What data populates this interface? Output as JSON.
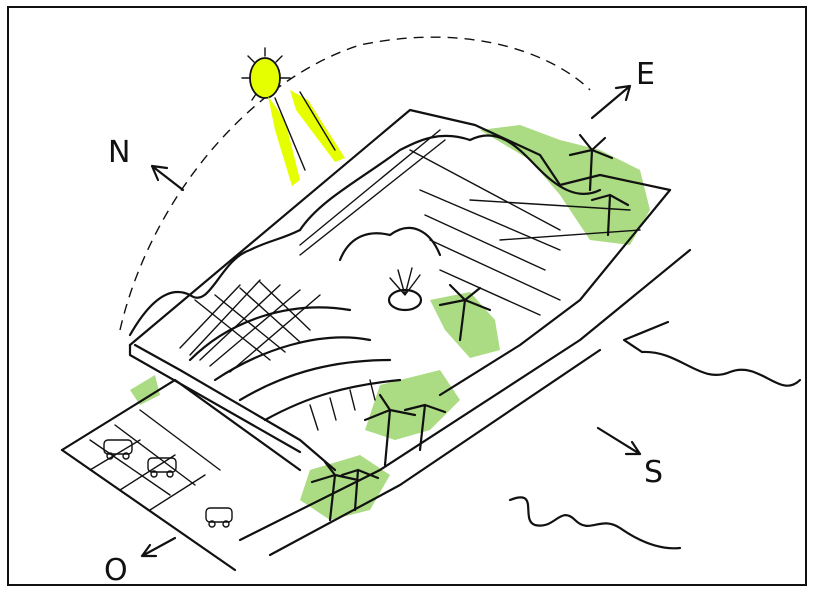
{
  "sketch": {
    "compass": {
      "north": "N",
      "east": "E",
      "south": "S",
      "west": "O"
    }
  },
  "colors": {
    "sun_highlight": "#e6ff00",
    "vegetation": "#8fcf5a",
    "ink": "#111111",
    "paper": "#ffffff"
  }
}
